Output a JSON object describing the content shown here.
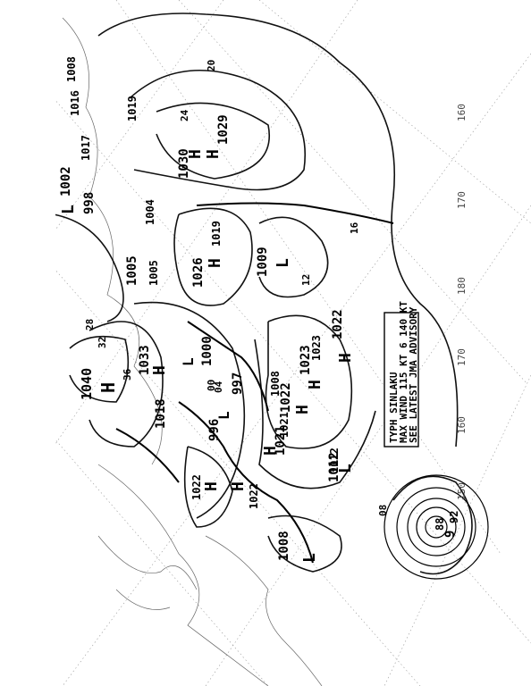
{
  "centers": [
    {
      "type": "H",
      "value": "1040"
    },
    {
      "type": "H",
      "value": "1033"
    },
    {
      "type": "H",
      "value": "1030"
    },
    {
      "type": "H",
      "value": "1029"
    },
    {
      "type": "H",
      "value": "1026"
    },
    {
      "type": "H",
      "value": "1023"
    },
    {
      "type": "H",
      "value": "1022"
    },
    {
      "type": "H",
      "value": "1022"
    },
    {
      "type": "H",
      "value": "1021"
    },
    {
      "type": "H",
      "value": "1018"
    },
    {
      "type": "L",
      "value": "1012"
    },
    {
      "type": "L",
      "value": "1009"
    },
    {
      "type": "L",
      "value": "1008"
    },
    {
      "type": "L",
      "value": "1002"
    },
    {
      "type": "L",
      "value": "1000"
    },
    {
      "type": "L",
      "value": "997"
    },
    {
      "type": "L",
      "value": "996"
    },
    {
      "type": "L",
      "value": "998"
    },
    {
      "type": "L",
      "value": "1005"
    }
  ],
  "isobar_labels": [
    "1008",
    "1016",
    "1017",
    "1019",
    "1004",
    "1005",
    "1022",
    "1021",
    "1023",
    "1008",
    "1019",
    "1022",
    "1012"
  ],
  "thickness_labels": [
    "20",
    "24",
    "28",
    "32",
    "36",
    "16",
    "12",
    "08",
    "04",
    "00"
  ],
  "longitude_labels": [
    "160",
    "170",
    "180",
    "170",
    "160",
    "150"
  ],
  "advisory": {
    "line1": "TYPH SINLAKU",
    "line2": "MAX WIND 115 KT 6 140 KT",
    "line3": "SEE LATEST JMA ADVISORY"
  },
  "typhoon": {
    "pressure": "9",
    "value": "88",
    "value2": "92"
  }
}
